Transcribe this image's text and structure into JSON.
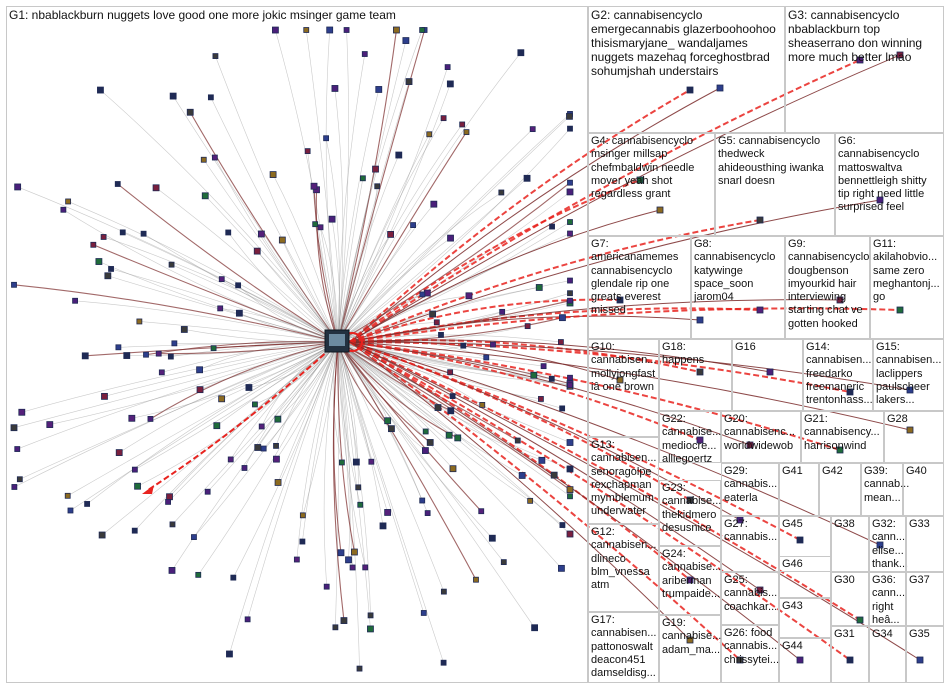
{
  "groups": [
    {
      "id": "g1",
      "text": "G1: nbablackburn nuggets love good one more jokic msinger game team"
    },
    {
      "id": "g2",
      "text": "G2: cannabisencyclo\nemergecannabis glazerboohoohoo\nthisismaryjane_ wandaljames\nnuggets mazehaq forceghostbrad\nsohumjshah understairs"
    },
    {
      "id": "g3",
      "text": "G3: cannabisencyclo\nnbablackburn top\nsheaserrano don winning\nmore much better lmao"
    },
    {
      "id": "g4",
      "text": "G4: cannabisencyclo\nmsinger millsap\nchefmbaldwin needle\nmover yeah shot\nregardless grant"
    },
    {
      "id": "g5",
      "text": "G5: cannabisencyclo\nthedweck\nahideousthing iwanka\nsnarl doesn"
    },
    {
      "id": "g6",
      "text": "G6:\ncannabisencyclo\nmattoswaltva\nbennettleigh shitty\ntip right need little\nsurprised feel"
    },
    {
      "id": "g7",
      "text": "G7:\namericanamemes\ncannabisencyclo\nglendale rip one\ngreats everest\nmissed"
    },
    {
      "id": "g8",
      "text": "G8:\ncannabisencyclo\nkatywinge\nspace_soon\njarom04"
    },
    {
      "id": "g9",
      "text": "G9:\ncannabisencyclo\ndougbenson\nimyourkid hair\ninterviewing\nstarting chat ve\ngotten hooked"
    },
    {
      "id": "g11",
      "text": "G11:\nakilahobvio...\nsame zero\nmeghantonj...\ngo"
    },
    {
      "id": "g10",
      "text": "G10:\ncannabisen...\nmollyjongfast\niâ one brown"
    },
    {
      "id": "g18",
      "text": "G18:\nhappens"
    },
    {
      "id": "g16",
      "text": "G16"
    },
    {
      "id": "g14",
      "text": "G14:\ncannabisen...\nfreedarko\nfreemaneric\ntrentonhass..."
    },
    {
      "id": "g15",
      "text": "G15:\ncannabisen...\nlaclippers\npaulscheer\nlakers..."
    },
    {
      "id": "g22",
      "text": "G22:\ncannabise...\nmediocre...\nalliegoertz"
    },
    {
      "id": "g20",
      "text": "G20:\ncannabisenc...\nworldwidewob"
    },
    {
      "id": "g21",
      "text": "G21:\ncannabisency...\nharrisonwind"
    },
    {
      "id": "g28",
      "text": "G28"
    },
    {
      "id": "g13",
      "text": "G13:\ncannabisen...\nsenoragolpe\nrexchapman\nmymblemum\nunderwater"
    },
    {
      "id": "g29",
      "text": "G29:\ncannabis...\neaterla"
    },
    {
      "id": "g41",
      "text": "G41"
    },
    {
      "id": "g42",
      "text": "G42"
    },
    {
      "id": "g39",
      "text": "G39:\ncannab...\nmean..."
    },
    {
      "id": "g40",
      "text": "G40"
    },
    {
      "id": "g23",
      "text": "G23:\ncannabise...\nthekidmero\ndesusnice"
    },
    {
      "id": "g27",
      "text": "G27:\ncannabis..."
    },
    {
      "id": "g45",
      "text": "G45"
    },
    {
      "id": "g38",
      "text": "G38"
    },
    {
      "id": "g32",
      "text": "G32:\ncann...\nelise...\nthank..."
    },
    {
      "id": "g33",
      "text": "G33"
    },
    {
      "id": "g12",
      "text": "G12:\ncannabisen...\ndlineco\nblm_vnessa\natm"
    },
    {
      "id": "g24",
      "text": "G24:\ncannabise...\nariberman\ntrumpaide..."
    },
    {
      "id": "g46",
      "text": "G46"
    },
    {
      "id": "g30",
      "text": "G30"
    },
    {
      "id": "g36",
      "text": "G36:\ncann...\nright\nheâ..."
    },
    {
      "id": "g37",
      "text": "G37"
    },
    {
      "id": "g25",
      "text": "G25:\ncannabis...\ncoachkar..."
    },
    {
      "id": "g43",
      "text": "G43"
    },
    {
      "id": "g17",
      "text": "G17:\ncannabisen...\npattonoswalt\ndeacon451\ndamseldisg..."
    },
    {
      "id": "g19",
      "text": "G19:\ncannabise...\nadam_ma..."
    },
    {
      "id": "g26",
      "text": "G26: food\ncannabis...\nchrissytei..."
    },
    {
      "id": "g44",
      "text": "G44"
    },
    {
      "id": "g31",
      "text": "G31"
    },
    {
      "id": "g34",
      "text": "G34"
    },
    {
      "id": "g35",
      "text": "G35"
    }
  ],
  "colors": {
    "grey_edge": "#8a8a8a",
    "maroon_edge": "#7a2a2a",
    "red_edge": "#e8231f",
    "node_border": "#1f2a55",
    "group_border": "#c8c8c8"
  },
  "network": {
    "hub_icon": "profile-image-node",
    "central_group_nodes": 215
  }
}
